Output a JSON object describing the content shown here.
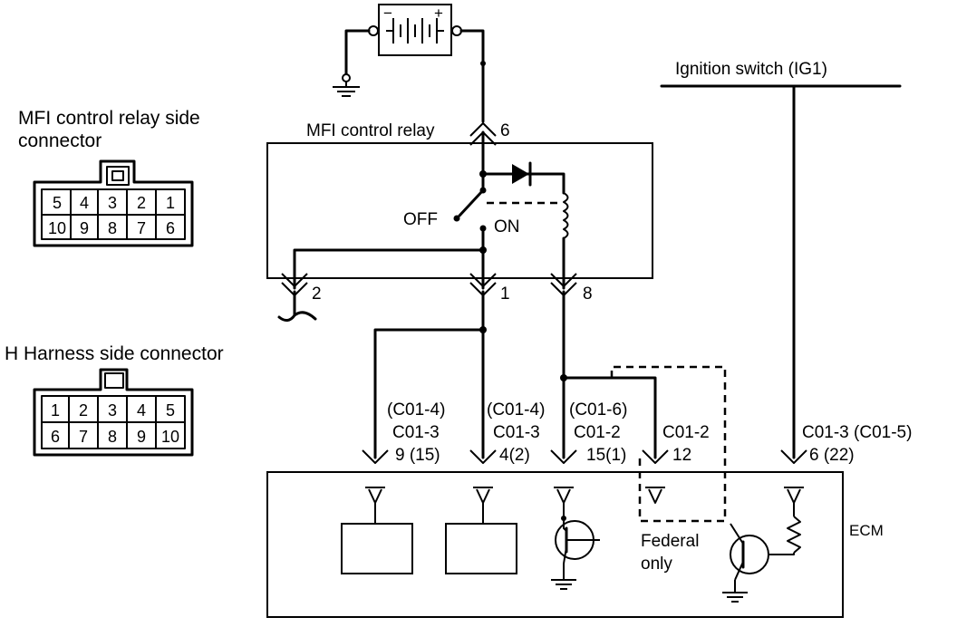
{
  "labels": {
    "mfi_relay_side_connector": [
      "MFI control relay side",
      "connector"
    ],
    "h_harness_side_connector": "H Harness side connector",
    "mfi_control_relay": "MFI control relay",
    "ignition_switch": "Ignition switch (IG1)",
    "ecm": "ECM",
    "switch_off": "OFF",
    "switch_on": "ON",
    "federal_only": [
      "Federal",
      "only"
    ],
    "battery_minus": "−",
    "battery_plus": "+"
  },
  "relay_pins": {
    "pin6": "6",
    "pin2": "2",
    "pin1": "1",
    "pin8": "8"
  },
  "mfi_connector_pins": {
    "top_row": [
      "5",
      "4",
      "3",
      "2",
      "1"
    ],
    "bottom_row": [
      "10",
      "9",
      "8",
      "7",
      "6"
    ]
  },
  "h_connector_pins": {
    "top_row": [
      "1",
      "2",
      "3",
      "4",
      "5"
    ],
    "bottom_row": [
      "6",
      "7",
      "8",
      "9",
      "10"
    ]
  },
  "ecm_terminals": [
    {
      "lines": [
        "(C01-4)",
        "C01-3",
        "9 (15)"
      ]
    },
    {
      "lines": [
        "(C01-4)",
        "C01-3",
        "4(2)"
      ]
    },
    {
      "lines": [
        "(C01-6)",
        "C01-2",
        "15(1)"
      ]
    },
    {
      "lines": [
        "C01-2",
        "12"
      ]
    },
    {
      "lines": [
        "C01-3  (C01-5)",
        "6 (22)"
      ]
    }
  ]
}
